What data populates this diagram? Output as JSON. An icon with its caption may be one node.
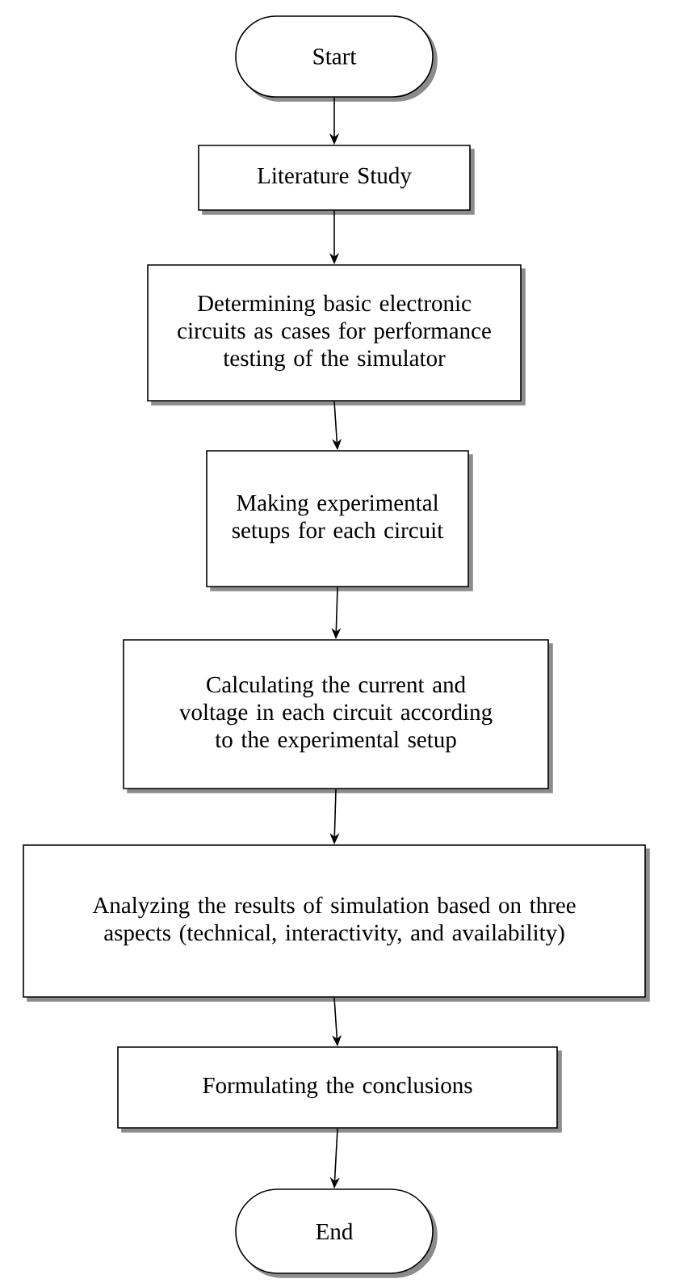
{
  "diagram": {
    "nodes": [
      {
        "text": [
          "Start"
        ]
      },
      {
        "text": [
          "Literature Study"
        ]
      },
      {
        "text": [
          "Determining basic electronic circuits as cases for performance testing of the simulator"
        ]
      },
      {
        "text": [
          "Making experimental setups for each circuit"
        ]
      },
      {
        "text": [
          "Calculating the current and voltage in each circuit according to the experimental setup"
        ]
      },
      {
        "text": [
          "Analyzing the results of simulation based on three aspects (technical, interactivity, and availability)"
        ]
      },
      {
        "text": [
          "Formulating the conclusions"
        ]
      },
      {
        "text": [
          "End"
        ]
      }
    ],
    "edges": [
      {
        "from": 0,
        "to": 1,
        "arrow": "to"
      },
      {
        "from": 1,
        "to": 2,
        "arrow": "to"
      },
      {
        "from": 2,
        "to": 3,
        "arrow": "to"
      },
      {
        "from": 3,
        "to": 4,
        "arrow": "to"
      },
      {
        "from": 4,
        "to": 5,
        "arrow": "to"
      },
      {
        "from": 5,
        "to": 6,
        "arrow": "to"
      },
      {
        "from": 6,
        "to": 7,
        "arrow": "to"
      }
    ]
  }
}
